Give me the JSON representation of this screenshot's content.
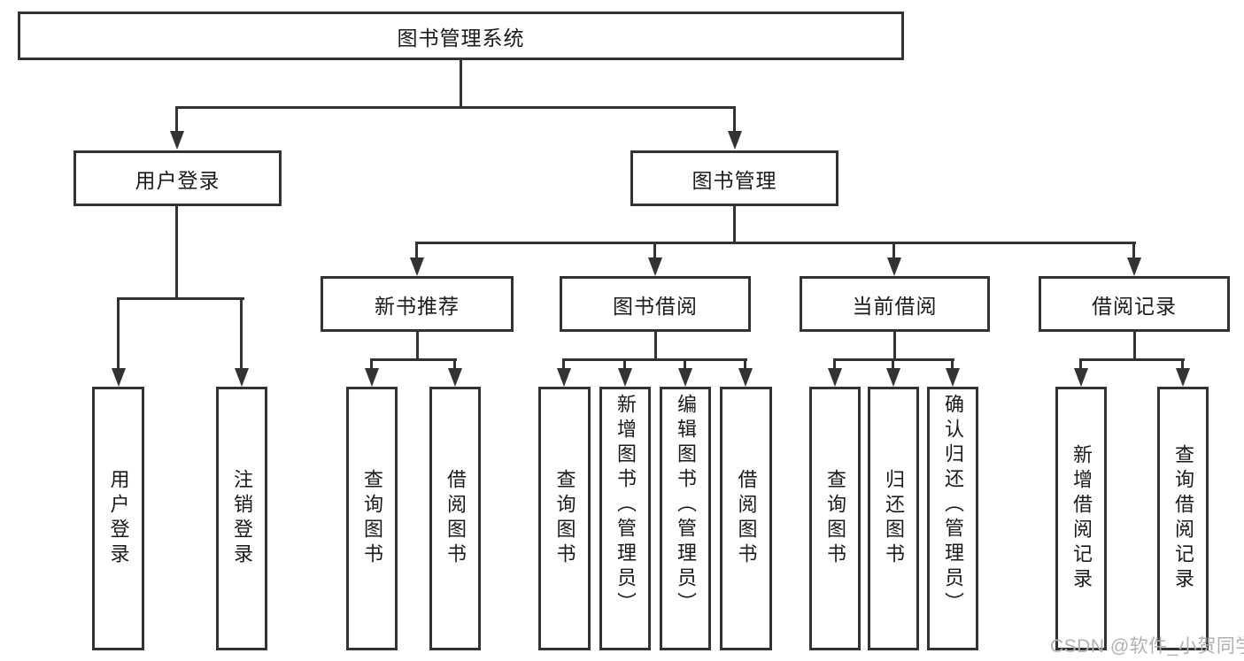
{
  "diagram": {
    "root": {
      "label": "图书管理系统"
    },
    "level1": [
      {
        "label": "用户登录"
      },
      {
        "label": "图书管理"
      }
    ],
    "level2": [
      {
        "label": "新书推荐",
        "parent": "图书管理"
      },
      {
        "label": "图书借阅",
        "parent": "图书管理"
      },
      {
        "label": "当前借阅",
        "parent": "图书管理"
      },
      {
        "label": "借阅记录",
        "parent": "图书管理"
      }
    ],
    "leaves": [
      {
        "label": "用户登录",
        "parent": "用户登录"
      },
      {
        "label": "注销登录",
        "parent": "用户登录"
      },
      {
        "label": "查询图书",
        "parent": "新书推荐"
      },
      {
        "label": "借阅图书",
        "parent": "新书推荐"
      },
      {
        "label": "查询图书",
        "parent": "图书借阅"
      },
      {
        "label": "新增图书（管理员）",
        "parent": "图书借阅"
      },
      {
        "label": "编辑图书（管理员）",
        "parent": "图书借阅"
      },
      {
        "label": "借阅图书",
        "parent": "图书借阅"
      },
      {
        "label": "查询图书",
        "parent": "当前借阅"
      },
      {
        "label": "归还图书",
        "parent": "当前借阅"
      },
      {
        "label": "确认归还（管理员）",
        "parent": "当前借阅"
      },
      {
        "label": "新增借阅记录",
        "parent": "借阅记录"
      },
      {
        "label": "查询借阅记录",
        "parent": "借阅记录"
      }
    ],
    "watermark": "CSDN @软件_小贺同学",
    "colors": {
      "line": "#333333",
      "text": "#1a1a1a",
      "watermark": "#b0b0b0",
      "background": "#ffffff"
    }
  }
}
